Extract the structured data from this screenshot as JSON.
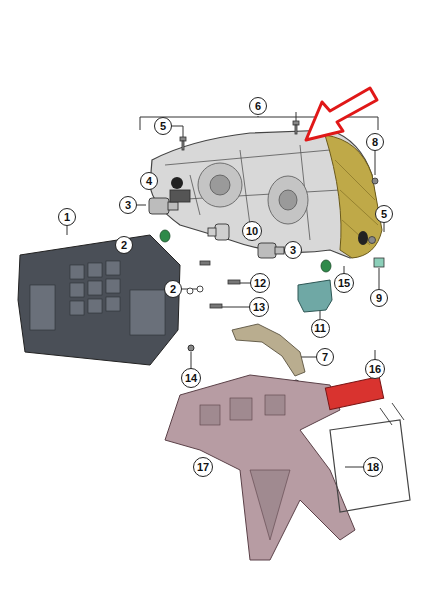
{
  "diagram": {
    "nodes": [
      {
        "text": [
          "6"
        ]
      },
      {
        "text": [
          "5"
        ]
      },
      {
        "text": [
          "8"
        ]
      },
      {
        "text": [
          "4"
        ]
      },
      {
        "text": [
          "3"
        ]
      },
      {
        "text": [
          "1"
        ]
      },
      {
        "text": [
          "5"
        ]
      },
      {
        "text": [
          "10"
        ]
      },
      {
        "text": [
          "2"
        ]
      },
      {
        "text": [
          "3"
        ]
      },
      {
        "text": [
          "9"
        ]
      },
      {
        "text": [
          "12"
        ]
      },
      {
        "text": [
          "15"
        ]
      },
      {
        "text": [
          "2"
        ]
      },
      {
        "text": [
          "13"
        ]
      },
      {
        "text": [
          "11"
        ]
      },
      {
        "text": [
          "7"
        ]
      },
      {
        "text": [
          "14"
        ]
      },
      {
        "text": [
          "16"
        ]
      },
      {
        "text": [
          "17"
        ]
      },
      {
        "text": [
          "18"
        ]
      }
    ]
  }
}
